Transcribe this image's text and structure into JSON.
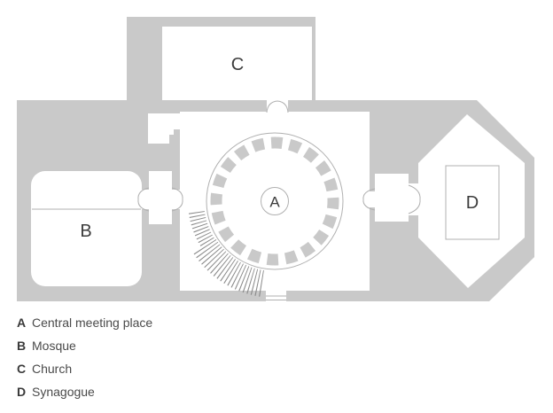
{
  "plan": {
    "room_labels": {
      "a": "A",
      "b": "B",
      "c": "C",
      "d": "D"
    }
  },
  "legend": {
    "items": [
      {
        "key": "A",
        "label": "Central meeting place"
      },
      {
        "key": "B",
        "label": "Mosque"
      },
      {
        "key": "C",
        "label": "Church"
      },
      {
        "key": "D",
        "label": "Synagogue"
      }
    ]
  },
  "colors": {
    "plan_gray": "#c9c9c9",
    "line_gray": "#b0b0b0",
    "hatch_gray": "#8a8a8a",
    "text_dark": "#3c3c3c"
  }
}
